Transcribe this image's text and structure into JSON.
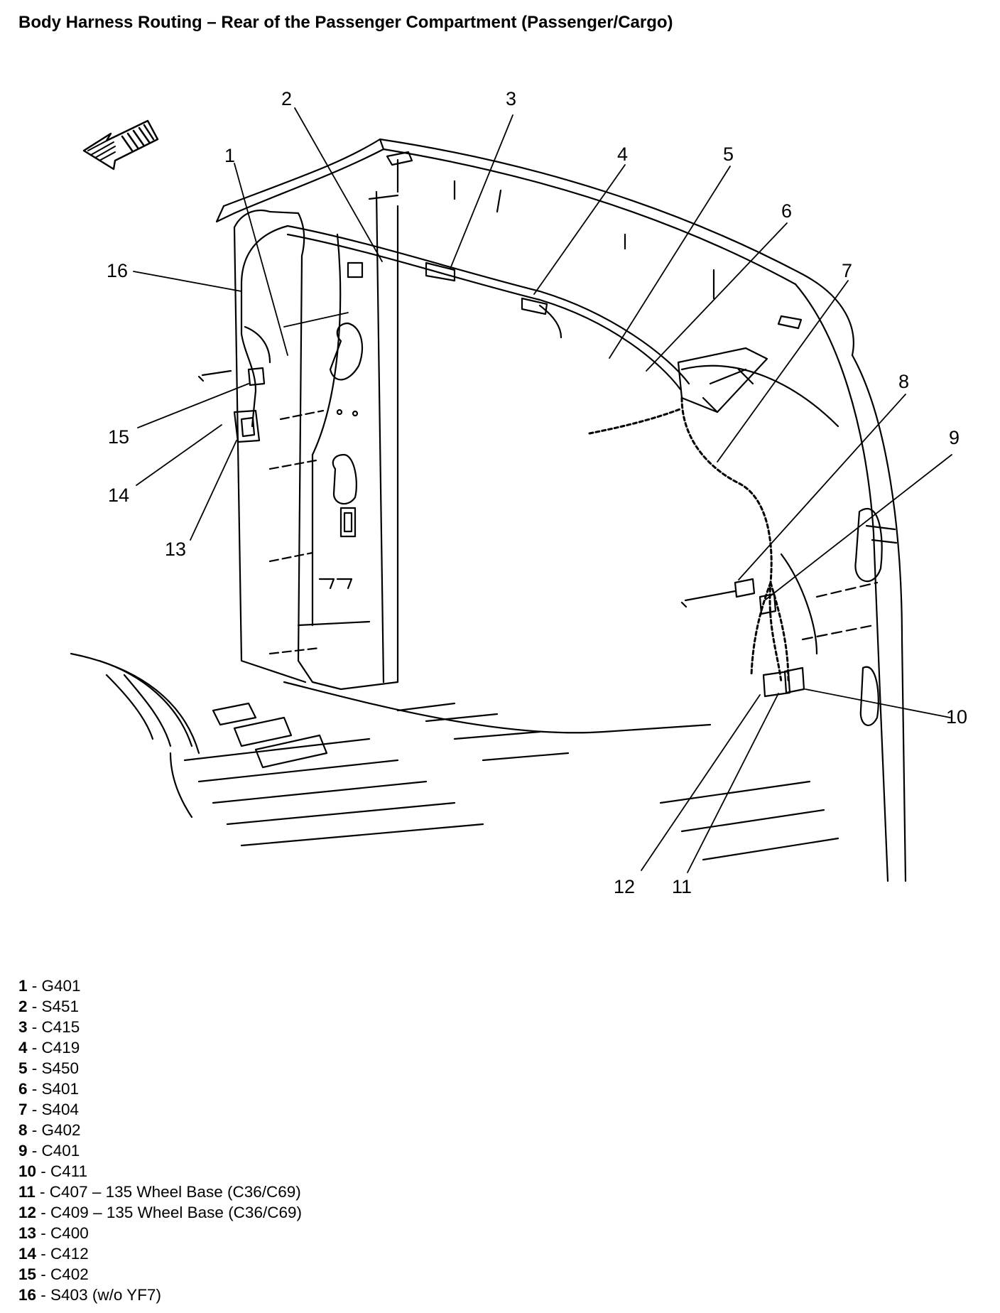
{
  "title": "Body Harness Routing – Rear of the Passenger Compartment (Passenger/Cargo)",
  "callouts": [
    "1",
    "2",
    "3",
    "4",
    "5",
    "6",
    "7",
    "8",
    "9",
    "10",
    "11",
    "12",
    "13",
    "14",
    "15",
    "16"
  ],
  "legend": [
    {
      "num": "1",
      "label": "G401"
    },
    {
      "num": "2",
      "label": "S451"
    },
    {
      "num": "3",
      "label": "C415"
    },
    {
      "num": "4",
      "label": "C419"
    },
    {
      "num": "5",
      "label": "S450"
    },
    {
      "num": "6",
      "label": "S401"
    },
    {
      "num": "7",
      "label": "S404"
    },
    {
      "num": "8",
      "label": "G402"
    },
    {
      "num": "9",
      "label": "C401"
    },
    {
      "num": "10",
      "label": "C411"
    },
    {
      "num": "11",
      "label": "C407 – 135 Wheel Base (C36/C69)"
    },
    {
      "num": "12",
      "label": "C409 – 135 Wheel Base (C36/C69)"
    },
    {
      "num": "13",
      "label": "C400"
    },
    {
      "num": "14",
      "label": "C412"
    },
    {
      "num": "15",
      "label": "C402"
    },
    {
      "num": "16",
      "label": "S403 (w/o YF7)"
    }
  ],
  "icons": {
    "direction": "front-direction-arrow-icon"
  }
}
